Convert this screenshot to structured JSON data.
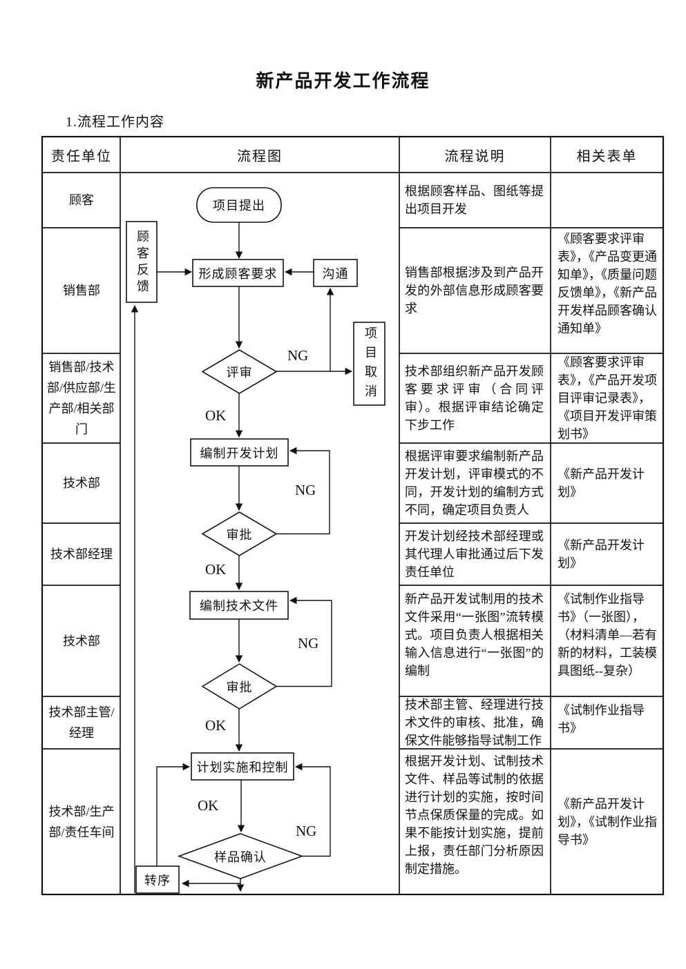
{
  "page": {
    "title": "新产品开发工作流程",
    "section_heading": "1.流程工作内容"
  },
  "table": {
    "headers": [
      "责任单位",
      "流程图",
      "流程说明",
      "相关表单"
    ],
    "rows": [
      {
        "unit": "顾客",
        "description": "根据顾客样品、图纸等提出项目开发",
        "forms": ""
      },
      {
        "unit": "销售部",
        "description": "销售部根据涉及到产品开发的外部信息形成顾客要求",
        "forms": "《顾客要求评审表》，《产品变更通知单》，《质量问题反馈单》，《新产品开发样品顾客确认通知单》"
      },
      {
        "unit": "销售部/技术部/供应部/生产部/相关部门",
        "description": "技术部组织新产品开发顾客要求评审（合同评审）。根据评审结论确定下步工作",
        "forms": "《顾客要求评审表》，《产品开发项目评审记录表》，《项目开发评审策划书》"
      },
      {
        "unit": "技术部",
        "description": "根据评审要求编制新产品开发计划，评审模式的不同，开发计划的编制方式不同，确定项目负责人",
        "forms": "《新产品开发计划》"
      },
      {
        "unit": "技术部经理",
        "description": "开发计划经技术部经理或其代理人审批通过后下发责任单位",
        "forms": "《新产品开发计划》"
      },
      {
        "unit": "技术部",
        "description": "新产品开发试制用的技术文件采用“一张图”流转模式。项目负责人根据相关输入信息进行“一张图”的编制",
        "forms": "《试制作业指导书》（一张图），（材料清单—若有新的材料，工装模具图纸--复杂）"
      },
      {
        "unit": "技术部主管/经理",
        "description": "技术部主管、经理进行技术文件的审核、批准，确保文件能够指导试制工作",
        "forms": "《试制作业指导书》"
      },
      {
        "unit": "技术部/生产部/责任车间",
        "description": "根据开发计划、试制技术文件、样品等试制的依据进行计划的实施，按时间节点保质保量的完成。如果不能按计划实施，提前上报，责任部门分析原因制定措施。",
        "forms": "《新产品开发计划》，《试制作业指导书》"
      }
    ]
  },
  "flowchart": {
    "nodes": {
      "project_proposal": "项目提出",
      "customer_feedback": "顾客反馈",
      "form_customer_requirements": "形成顾客要求",
      "communicate": "沟通",
      "review": "评审",
      "project_cancel": "项目取消",
      "make_dev_plan": "编制开发计划",
      "approve1": "审批",
      "make_tech_docs": "编制技术文件",
      "approve2": "审批",
      "plan_implement_control": "计划实施和控制",
      "sample_confirm": "样品确认",
      "transfer_next": "转序"
    },
    "labels": {
      "ok": "OK",
      "ng": "NG"
    },
    "line_color": "#000000"
  }
}
